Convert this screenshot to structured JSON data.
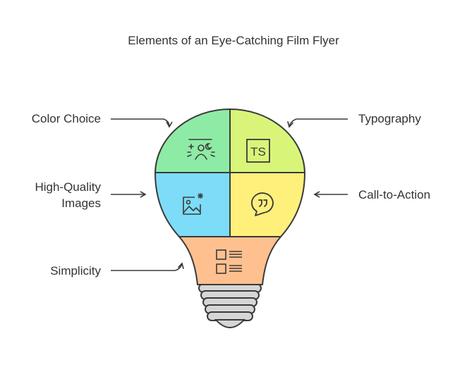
{
  "title": "Elements of an Eye-Catching Film Flyer",
  "labels": {
    "color_choice": "Color Choice",
    "high_quality_line1": "High-Quality",
    "high_quality_line2": "Images",
    "simplicity": "Simplicity",
    "typography": "Typography",
    "call_to_action": "Call-to-Action"
  },
  "icons": {
    "color_choice": "stars-moon-person-icon",
    "typography": "ts-text-box-icon",
    "images": "image-sparkle-icon",
    "call_to_action": "speech-bubble-quotes-icon",
    "simplicity": "list-checkbox-icon"
  },
  "colors": {
    "color_choice": "#8EEBA6",
    "typography": "#D8F57A",
    "images": "#7DDCF7",
    "call_to_action": "#FFF07C",
    "simplicity": "#FFC08F",
    "base": "#D6D6D6",
    "stroke": "#3A3A3A"
  }
}
